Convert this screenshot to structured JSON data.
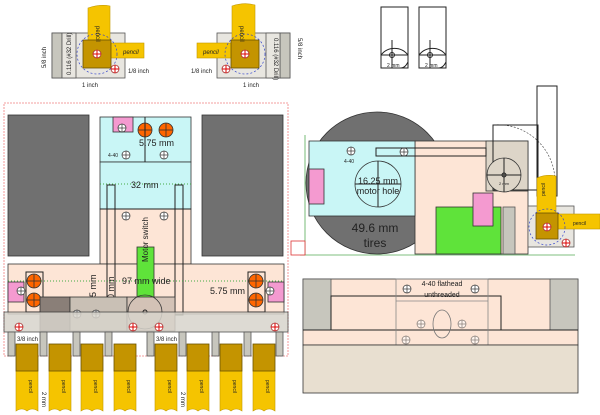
{
  "labels": {
    "pencil": "pencil",
    "five_eighths_inch": "5/8 inch",
    "drill": "0.116 (#32 Drill)",
    "one_eighth_inch": "1/8 inch",
    "one_inch": "1 inch",
    "two_mm": "2 mm",
    "five_75_mm": "5.75 mm",
    "four_40": "4-40",
    "thirty_two_mm": "32 mm",
    "ninety_seven_mm_wide": "97 mm wide",
    "twenty_five_mm": "25 mm",
    "forty_mm": "40 mm",
    "switch": "Motor switch",
    "three_eighths_inch": "3/8 inch",
    "motor_hole_1": "16.25 mm",
    "motor_hole_2": "motor hole",
    "tires_1": "49.6 mm",
    "tires_2": "tires",
    "flathead_1": "4-40 flathead",
    "flathead_2": "unthreaded"
  },
  "colors": {
    "pencil": "#f5c400",
    "holder": "#c49400",
    "tire": "#707070",
    "motor_mount": "#c9f6f6",
    "body": "#fde5d6",
    "screw_head": "#ff6600",
    "marker": "#f49ad0",
    "switch": "#5fe33a"
  }
}
